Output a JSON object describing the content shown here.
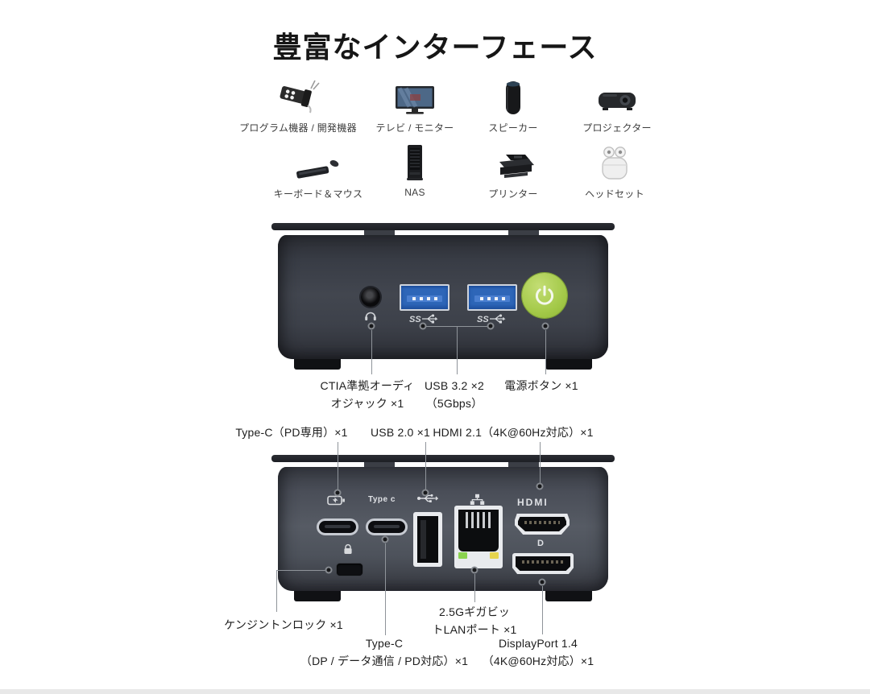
{
  "page": {
    "title": "豊富なインターフェース",
    "background": "#ffffff",
    "colors": {
      "power_button_green": "#a3c948",
      "usb3_blue": "#2e66b8",
      "chassis_front": "#42464f",
      "chassis_back": "#565b64",
      "callout_line": "#8f949a",
      "lan_led_green": "#8ad24f",
      "lan_led_yellow": "#e6d44e"
    }
  },
  "devices": [
    {
      "icon": "security-camera-icon",
      "label": "プログラム機器 / 開発機器"
    },
    {
      "icon": "tv-monitor-icon",
      "label": "テレビ / モニター"
    },
    {
      "icon": "smart-speaker-icon",
      "label": "スピーカー"
    },
    {
      "icon": "projector-icon",
      "label": "プロジェクター"
    },
    {
      "icon": "keyboard-mouse-icon",
      "label": "キーボード＆マウス"
    },
    {
      "icon": "nas-icon",
      "label": "NAS"
    },
    {
      "icon": "printer-icon",
      "label": "プリンター"
    },
    {
      "icon": "headset-icon",
      "label": "ヘッドセット"
    }
  ],
  "front_view": {
    "audio_label_line1": "CTIA準拠オーディ",
    "audio_label_line2": "オジャック ×1",
    "usb_label_line1": "USB 3.2 ×2",
    "usb_label_line2": "（5Gbps）",
    "power_label": "電源ボタン ×1"
  },
  "back_view": {
    "top_labels": {
      "typec_pd": "Type-C（PD専用）×1",
      "usb20": "USB 2.0 ×1",
      "hdmi": "HDMI 2.1（4K@60Hz対応）×1"
    },
    "bottom_labels": {
      "kensington": "ケンジントンロック ×1",
      "lan_line1": "2.5Gギガビッ",
      "lan_line2": "トLANポート ×1",
      "typec_line1": "Type-C",
      "typec_line2": "（DP / データ通信 / PD対応）×1",
      "dp_line1": "DisplayPort 1.4",
      "dp_line2": "（4K@60Hz対応）×1"
    },
    "port_markings": {
      "typec": "Type c",
      "hdmi": "HDMI",
      "displayport": "D"
    }
  }
}
